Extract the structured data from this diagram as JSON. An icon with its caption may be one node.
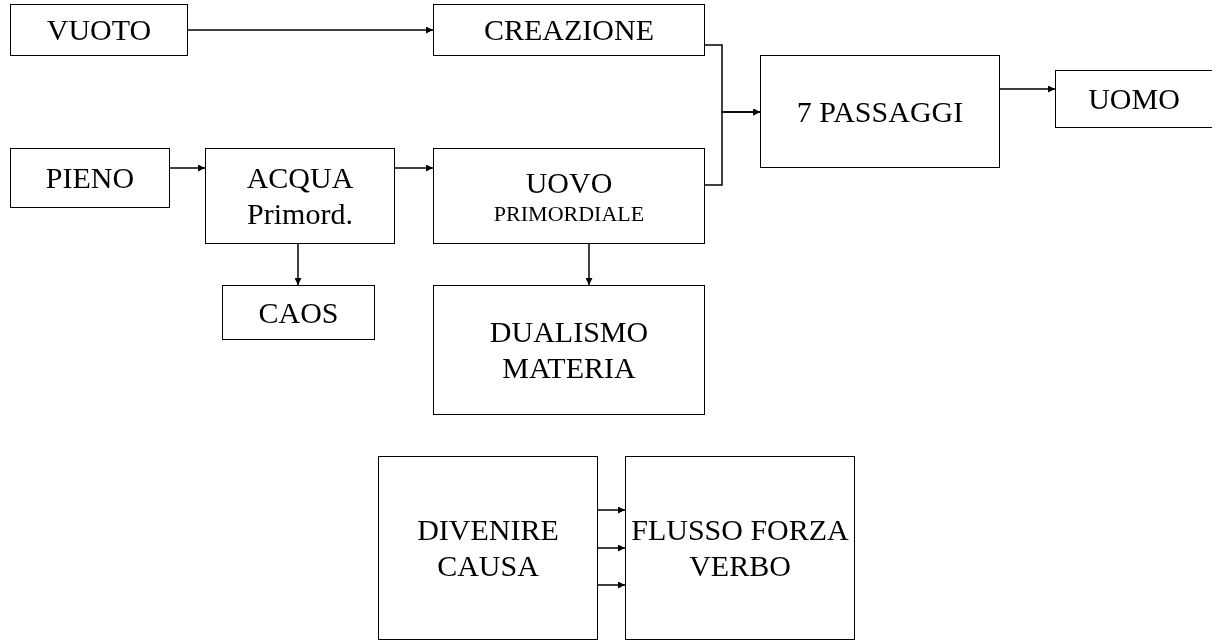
{
  "diagram": {
    "nodes": [
      {
        "text": [
          "VUOTO"
        ]
      },
      {
        "text": [
          "CREAZIONE"
        ]
      },
      {
        "text": [
          "7 PASSAGGI"
        ]
      },
      {
        "text": [
          "UOMO"
        ]
      },
      {
        "text": [
          "PIENO"
        ]
      },
      {
        "text": [
          "ACQUA Primord."
        ]
      },
      {
        "text": [
          "UOVO",
          "PRIMORDIALE"
        ]
      },
      {
        "text": [
          "CAOS"
        ]
      },
      {
        "text": [
          "DUALISMO MATERIA"
        ]
      },
      {
        "text": [
          "DIVENIRE CAUSA"
        ]
      },
      {
        "text": [
          "FLUSSO FORZA VERBO"
        ]
      }
    ],
    "edges": [
      {
        "from": 0,
        "to": 1,
        "arrow": "to"
      },
      {
        "from": 1,
        "to": 2,
        "arrow": "to"
      },
      {
        "from": 6,
        "to": 2,
        "arrow": "to"
      },
      {
        "from": 2,
        "to": 3,
        "arrow": "to"
      },
      {
        "from": 4,
        "to": 5,
        "arrow": "to"
      },
      {
        "from": 5,
        "to": 6,
        "arrow": "to"
      },
      {
        "from": 5,
        "to": 7,
        "arrow": "to"
      },
      {
        "from": 6,
        "to": 8,
        "arrow": "to"
      },
      {
        "from": 9,
        "to": 10,
        "arrow": "to"
      },
      {
        "from": 9,
        "to": 10,
        "arrow": "to"
      },
      {
        "from": 9,
        "to": 10,
        "arrow": "to"
      }
    ]
  }
}
